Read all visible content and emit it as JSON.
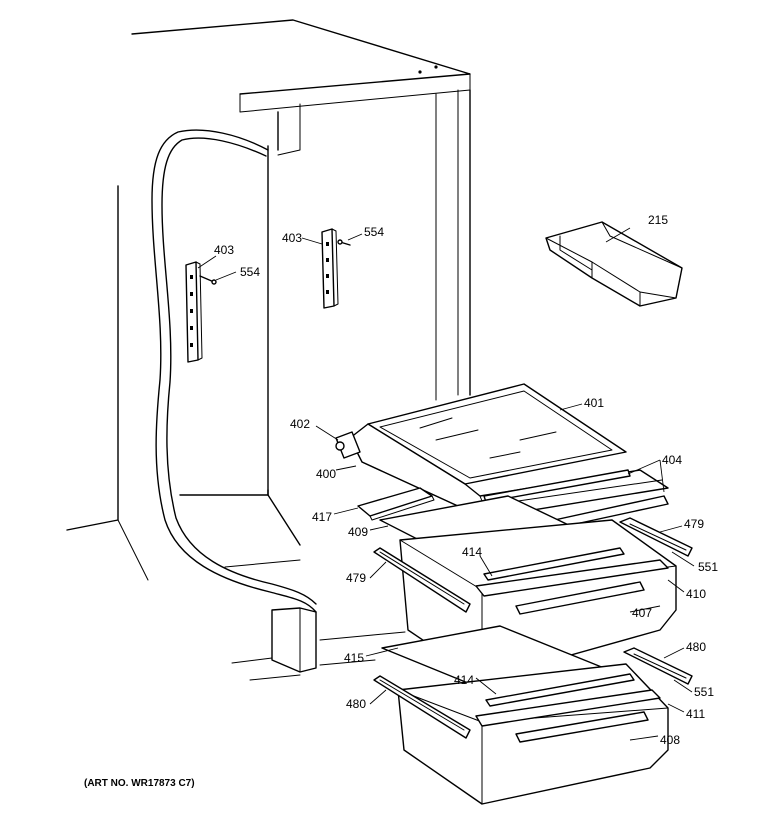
{
  "parts": {
    "p215": "215",
    "p401": "401",
    "p402": "402",
    "p400": "400",
    "p403_left": "403",
    "p554_left": "554",
    "p403_right": "403",
    "p554_right": "554",
    "p404": "404",
    "p417": "417",
    "p409": "409",
    "p479_right": "479",
    "p414_upper": "414",
    "p551_upper": "551",
    "p479_left": "479",
    "p410": "410",
    "p407": "407",
    "p480_right": "480",
    "p415": "415",
    "p414_lower": "414",
    "p551_lower": "551",
    "p480_left": "480",
    "p411": "411",
    "p408": "408"
  },
  "caption": "(ART NO. WR17873 C7)"
}
